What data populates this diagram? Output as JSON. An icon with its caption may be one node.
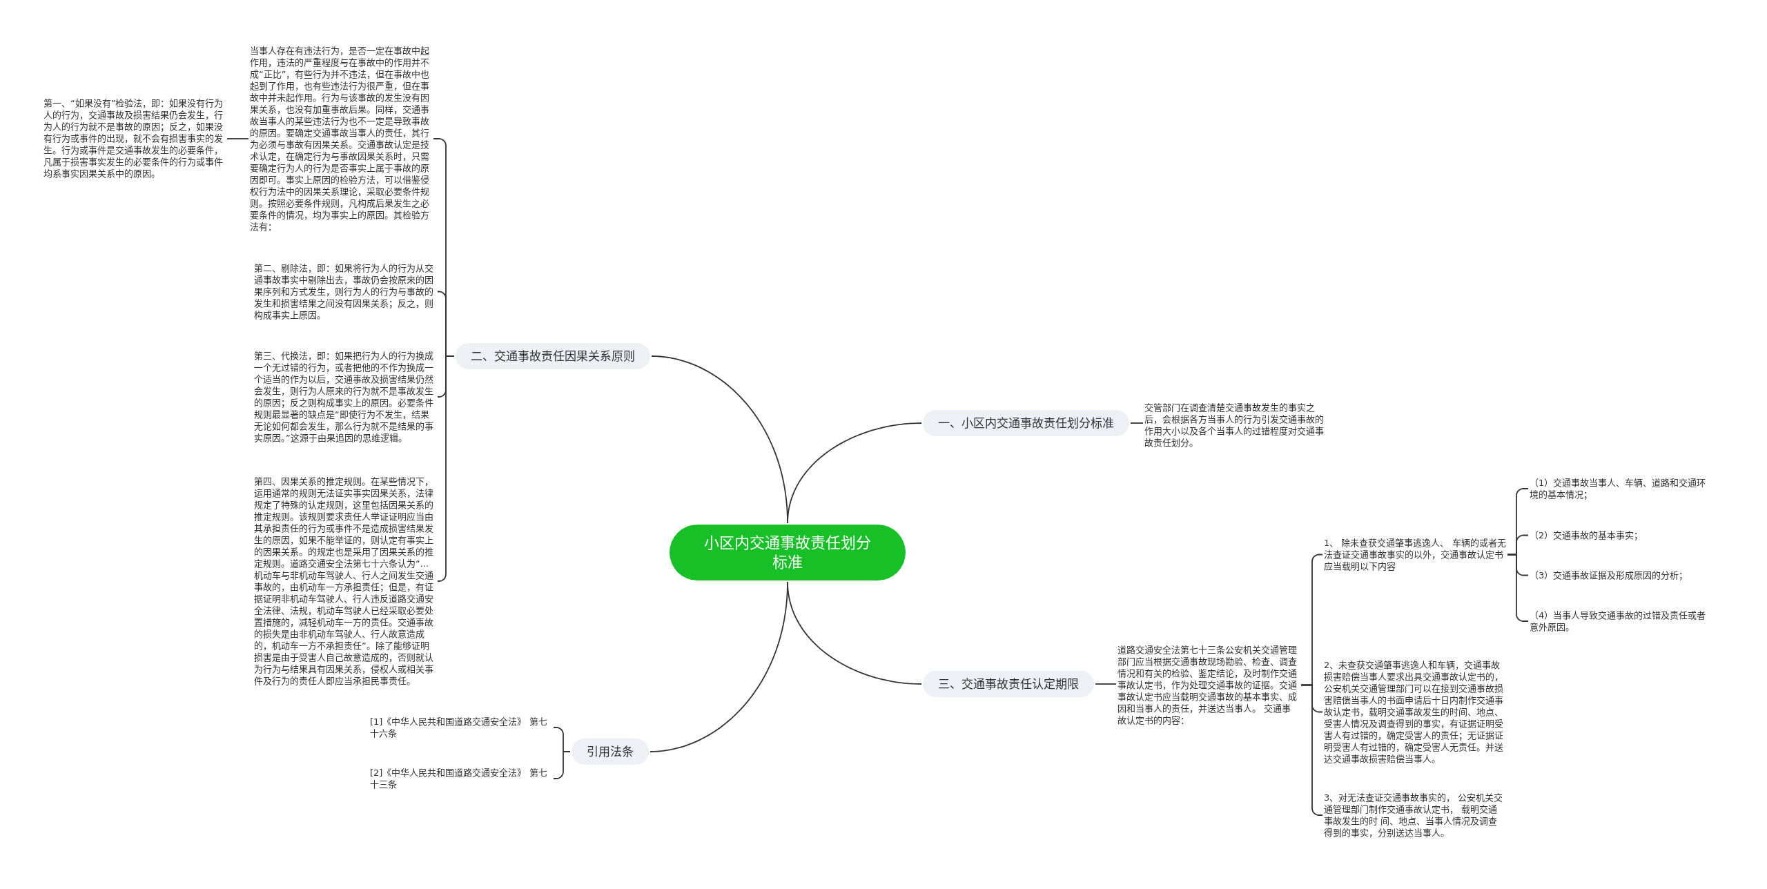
{
  "diagram": {
    "nodes": [
      {
        "text": [
          "小区内交通事故责任划分标准"
        ]
      },
      {
        "text": [
          "一、小区内交通事故责任划分标准"
        ]
      },
      {
        "text": [
          "交管部门在调查清楚交通事故发生的事实之后，会根据各方当事人的行为引发交通事故的作用大小以及各个当事人的过错程度对交通事故责任划分。"
        ]
      },
      {
        "text": [
          "二、交通事故责任因果关系原则"
        ]
      },
      {
        "text": [
          "当事人存在有违法行为，是否一定在事故中起作用，违法的严重程度与在事故中的作用并不成“正比”，有些行为并不违法，但在事故中也起到了作用，也有些违法行为很严重，但在事故中并未起作用。行为与该事故的发生没有因果关系，也没有加重事故后果。同样，交通事故当事人的某些违法行为也不一定是导致事故的原因。要确定交通事故当事人的责任，其行为必须与事故有因果关系。交通事故认定是技术认定，在确定行为与事故因果关系时，只需要确定行为人的行为是否事实上属于事故的原因即可。事实上原因的检验方法，可以借鉴侵权行为法中的因果关系理论，采取必要条件规则。按照必要条件规则，凡构成后果发生之必要条件的情况，均为事实上的原因。其检验方法有："
        ]
      },
      {
        "text": [
          "第一、“如果没有”检验法，即：如果没有行为人的行为，交通事故及损害结果仍会发生，行为人的行为就不是事故的原因；反之，如果没有行为或事件的出现，就不会有损害事实的发生。行为或事件是交通事故发生的必要条件，凡属于损害事实发生的必要条件的行为或事件均系事实因果关系中的原因。"
        ]
      },
      {
        "text": [
          "第二、剔除法，即：如果将行为人的行为从交通事故事实中剔除出去，事故仍会按原来的因果序列和方式发生，则行为人的行为与事故的发生和损害结果之间没有因果关系；反之，则构成事实上原因。"
        ]
      },
      {
        "text": [
          "第三、代换法，即：如果把行为人的行为换成一个无过错的行为，或者把他的不作为换成一个适当的作为以后，交通事故及损害结果仍然会发生，则行为人原来的行为就不是事故发生的原因；反之则构成事实上的原因。必要条件规则最显著的缺点是“即使行为不发生，结果无论如何都会发生，那么行为就不是结果的事实原因。”这源于由果追因的思维逻辑。"
        ]
      },
      {
        "text": [
          "第四、因果关系的推定规则。在某些情况下，运用通常的规则无法证实事实因果关系，法律规定了特殊的认定规则，这里包括因果关系的推定规则。该规则要求责任人举证证明应当由其承担责任的行为或事件不是造成损害结果发生的原因，如果不能举证的，则认定有事实上的因果关系。的规定也是采用了因果关系的推定规则。道路交通安全法第七十六条认为“...机动车与非机动车驾驶人、行人之间发生交通事故的，由机动车一方承担责任；但是，有证据证明非机动车驾驶人、行人违反道路交通安全法律、法规，机动车驾驶人已经采取必要处置措施的，减轻机动车一方的责任。交通事故的损失是由非机动车驾驶人、行人故意造成的，机动车一方不承担责任”。除了能够证明损害是由于受害人自己故意造成的，否则就认为行为与结果具有因果关系，侵权人或相关事件及行为的责任人即应当承担民事责任。"
        ]
      },
      {
        "text": [
          "三、交通事故责任认定期限"
        ]
      },
      {
        "text": [
          "道路交通安全法第七十三条公安机关交通管理部门应当根据交通事故现场勘验、检查、调查情况和有关的检验、鉴定结论，及时制作交通事故认定书，作为处理交通事故的证据。交通事故认定书应当载明交通事故的基本事实、成因和当事人的责任，并送达当事人。 交通事故认定书的内容："
        ]
      },
      {
        "text": [
          "1、 除未查获交通肇事逃逸人、 车辆的或者无法查证交通事故事实的以外，交通事故认定书应当载明以下内容"
        ]
      },
      {
        "text": [
          "（1）交通事故当事人、车辆、道路和交通环境的基本情况；"
        ]
      },
      {
        "text": [
          "（2）交通事故的基本事实；"
        ]
      },
      {
        "text": [
          "（3）交通事故证据及形成原因的分析；"
        ]
      },
      {
        "text": [
          "（4）当事人导致交通事故的过错及责任或者意外原因。"
        ]
      },
      {
        "text": [
          "2、未查获交通肇事逃逸人和车辆，交通事故损害赔偿当事人要求出具交通事故认定书的，公安机关交通管理部门可以在接到交通事故损害赔偿当事人的书面申请后十日内制作交通事故认定书，载明交通事故发生的时间、地点、受害人情况及调查得到的事实，有证据证明受害人有过错的，确定受害人的责任；无证据证明受害人有过错的，确定受害人无责任。并送达交通事故损害赔偿当事人。"
        ]
      },
      {
        "text": [
          "3、对无法查证交通事故事实的， 公安机关交通管理部门制作交通事故认定书， 载明交通事故发生的时 间、地点、当事人情况及调查得到的事实，分别送达当事人。"
        ]
      },
      {
        "text": [
          "引用法条"
        ]
      },
      {
        "text": [
          "[1]《中华人民共和国道路交通安全法》 第七十六条"
        ]
      },
      {
        "text": [
          "[2]《中华人民共和国道路交通安全法》 第七十三条"
        ]
      }
    ],
    "edges": [
      {
        "from": 0,
        "to": 1,
        "arrow": "none"
      },
      {
        "from": 1,
        "to": 2,
        "arrow": "none"
      },
      {
        "from": 0,
        "to": 3,
        "arrow": "none"
      },
      {
        "from": 3,
        "to": 4,
        "arrow": "none"
      },
      {
        "from": 4,
        "to": 5,
        "arrow": "none"
      },
      {
        "from": 3,
        "to": 6,
        "arrow": "none"
      },
      {
        "from": 3,
        "to": 7,
        "arrow": "none"
      },
      {
        "from": 3,
        "to": 8,
        "arrow": "none"
      },
      {
        "from": 0,
        "to": 9,
        "arrow": "none"
      },
      {
        "from": 9,
        "to": 10,
        "arrow": "none"
      },
      {
        "from": 10,
        "to": 11,
        "arrow": "none"
      },
      {
        "from": 11,
        "to": 12,
        "arrow": "none"
      },
      {
        "from": 11,
        "to": 13,
        "arrow": "none"
      },
      {
        "from": 11,
        "to": 14,
        "arrow": "none"
      },
      {
        "from": 11,
        "to": 15,
        "arrow": "none"
      },
      {
        "from": 10,
        "to": 16,
        "arrow": "none"
      },
      {
        "from": 10,
        "to": 17,
        "arrow": "none"
      },
      {
        "from": 0,
        "to": 18,
        "arrow": "none"
      },
      {
        "from": 18,
        "to": 19,
        "arrow": "none"
      },
      {
        "from": 18,
        "to": 20,
        "arrow": "none"
      }
    ]
  }
}
